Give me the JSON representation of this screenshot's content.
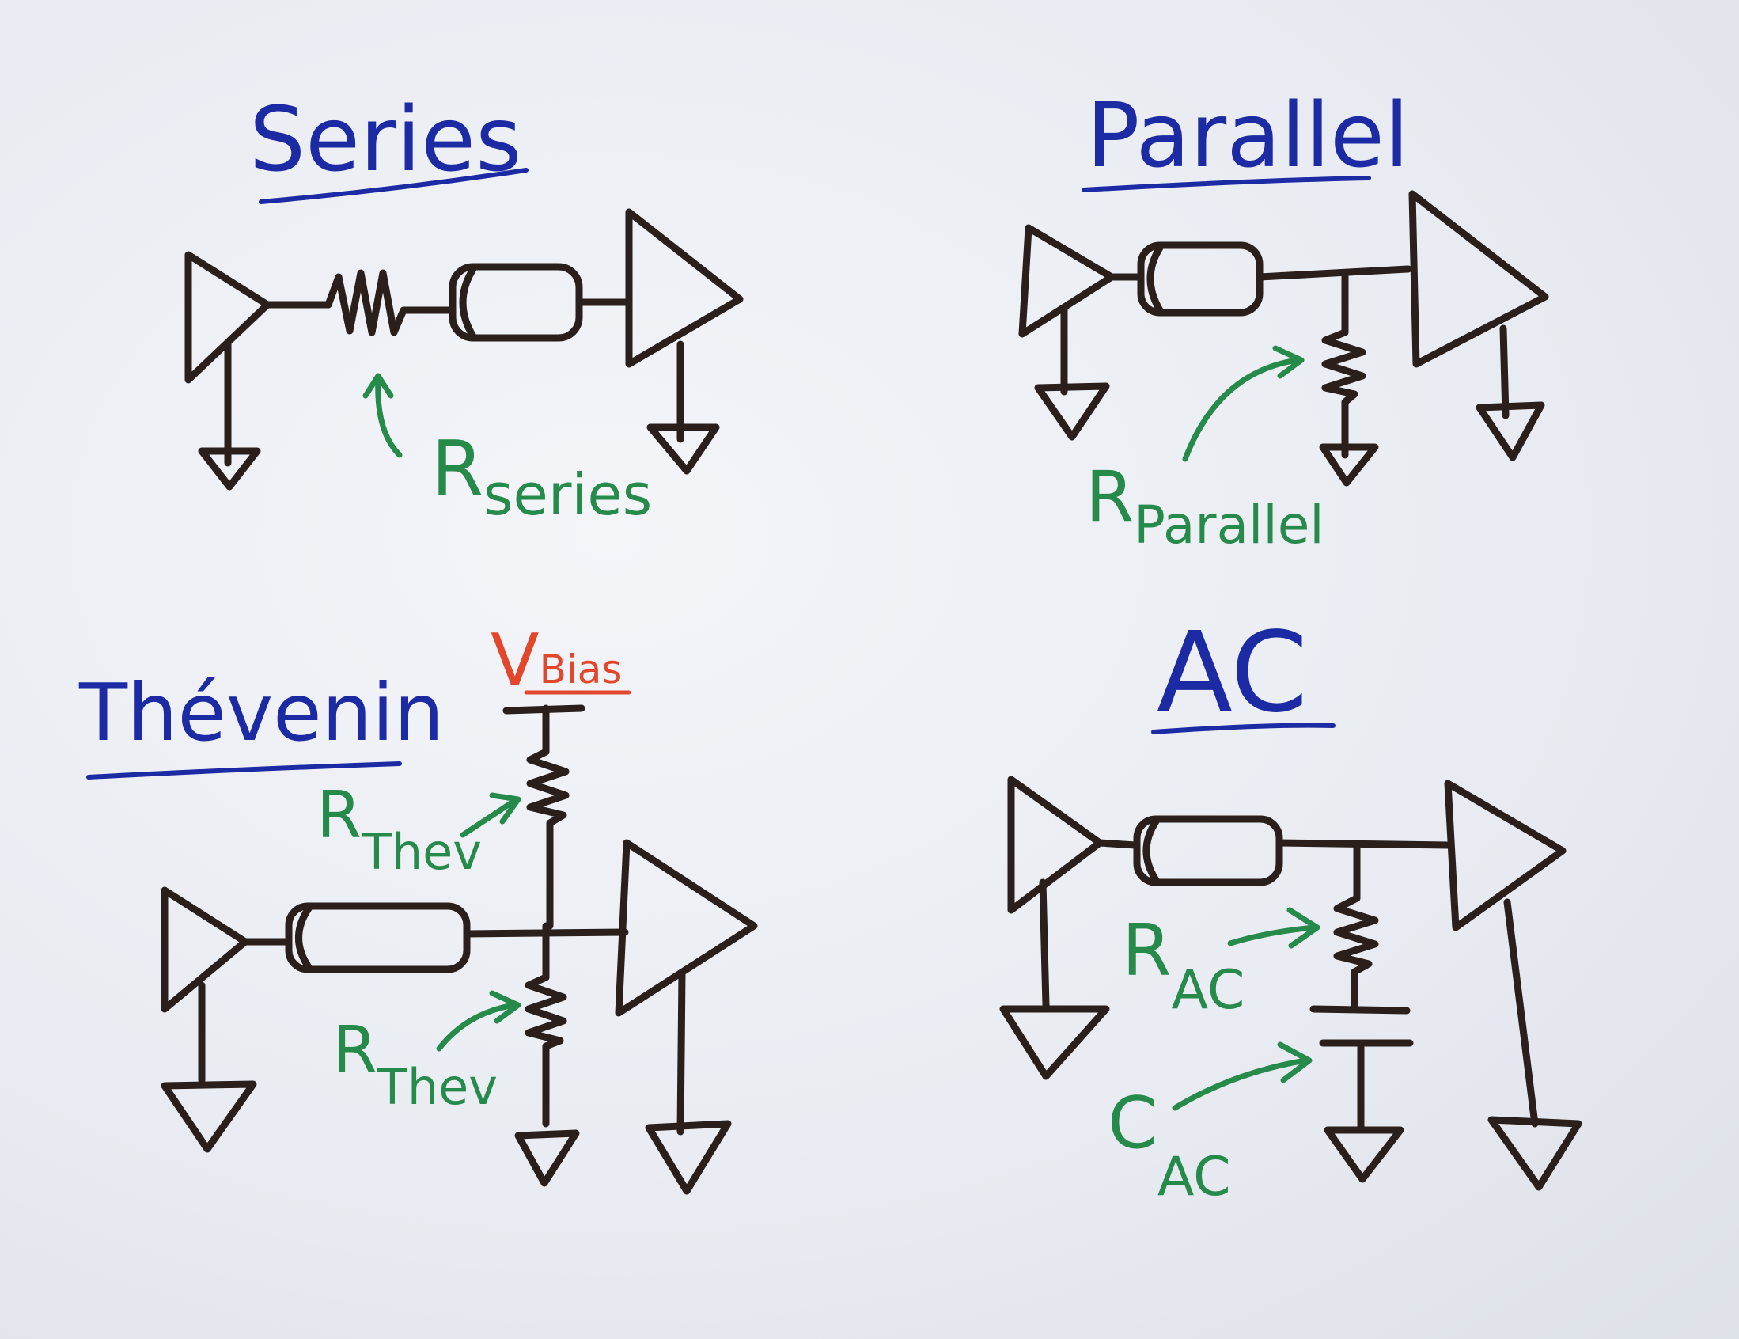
{
  "colors": {
    "board": "#e9ecf2",
    "wire": "#2a1f1a",
    "title": "#1c2aa3",
    "label": "#268a4a",
    "bias": "#e2472c"
  },
  "series": {
    "title": "Series",
    "resistor_label": {
      "main": "R",
      "sub": "series"
    }
  },
  "parallel": {
    "title": "Parallel",
    "resistor_label": {
      "main": "R",
      "sub": "Parallel"
    }
  },
  "thevenin": {
    "title": "Thévenin",
    "bias_label": {
      "main": "V",
      "sub": "Bias"
    },
    "upper_resistor_label": {
      "main": "R",
      "sub": "Thev"
    },
    "lower_resistor_label": {
      "main": "R",
      "sub": "Thev"
    }
  },
  "ac": {
    "title": "AC",
    "resistor_label": {
      "main": "R",
      "sub": "AC"
    },
    "capacitor_label": {
      "main": "C",
      "sub": "AC"
    }
  }
}
